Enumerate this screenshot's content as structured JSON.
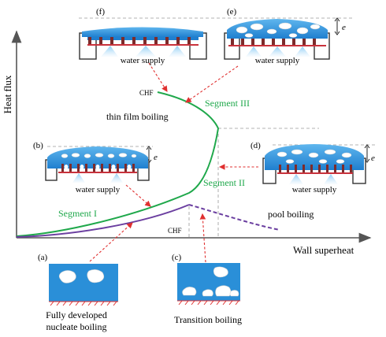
{
  "axes": {
    "y_label": "Heat flux",
    "x_label": "Wall superheat"
  },
  "curves": {
    "segment_1": "Segment I",
    "segment_2": "Segment II",
    "segment_3": "Segment III",
    "pool_boiling": "pool boiling",
    "thin_film_boiling": "thin film boiling",
    "chf_top": "CHF",
    "chf_bottom": "CHF"
  },
  "insets": {
    "a": {
      "tag": "(a)",
      "caption_line1": "Fully developed",
      "caption_line2": "nucleate boiling"
    },
    "c": {
      "tag": "(c)",
      "caption": "Transition boiling"
    },
    "b": {
      "tag": "(b)",
      "supply": "water supply",
      "thickness": "e"
    },
    "d": {
      "tag": "(d)",
      "supply": "water supply",
      "thickness": "e"
    },
    "e": {
      "tag": "(e)",
      "supply": "water supply",
      "thickness": "e"
    },
    "f": {
      "tag": "(f)",
      "supply": "water supply"
    }
  },
  "colors": {
    "green_curve": "#1fa84b",
    "purple_curve": "#6b3fa0",
    "water_blue": "#2a8fd8",
    "arrow_red": "#e03030",
    "segment_label": "#1fa84b"
  }
}
